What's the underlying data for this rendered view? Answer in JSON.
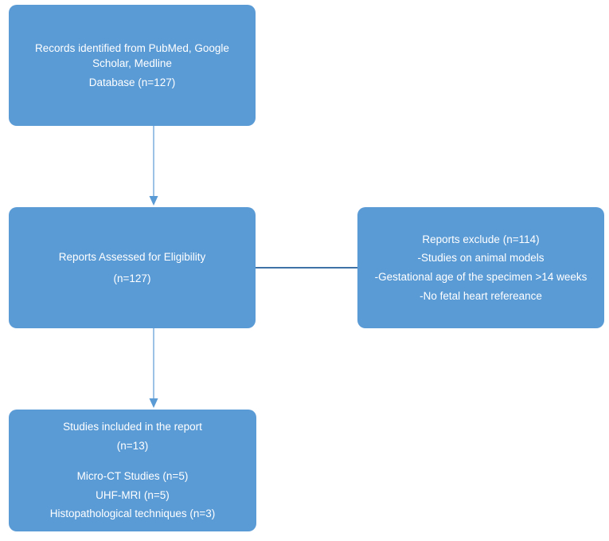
{
  "flow": {
    "records": {
      "lines": [
        "Records identified from PubMed, Google Scholar, Medline",
        "Database (n=127)"
      ]
    },
    "assessed": {
      "lines": [
        "Reports Assessed for Eligibility",
        "(n=127)"
      ]
    },
    "excluded": {
      "lines": [
        "Reports exclude (n=114)",
        "-Studies on animal models",
        "-Gestational age of the specimen >14 weeks",
        "-No fetal heart refereance"
      ]
    },
    "included": {
      "lines": [
        "Studies included in the report",
        "(n=13)",
        "Micro-CT Studies (n=5)",
        "UHF-MRI (n=5)",
        "Histopathological techniques (n=3)"
      ]
    }
  },
  "colors": {
    "box_fill": "#5b9bd5",
    "box_text": "#ffffff",
    "connector": "#5b9bd5"
  }
}
